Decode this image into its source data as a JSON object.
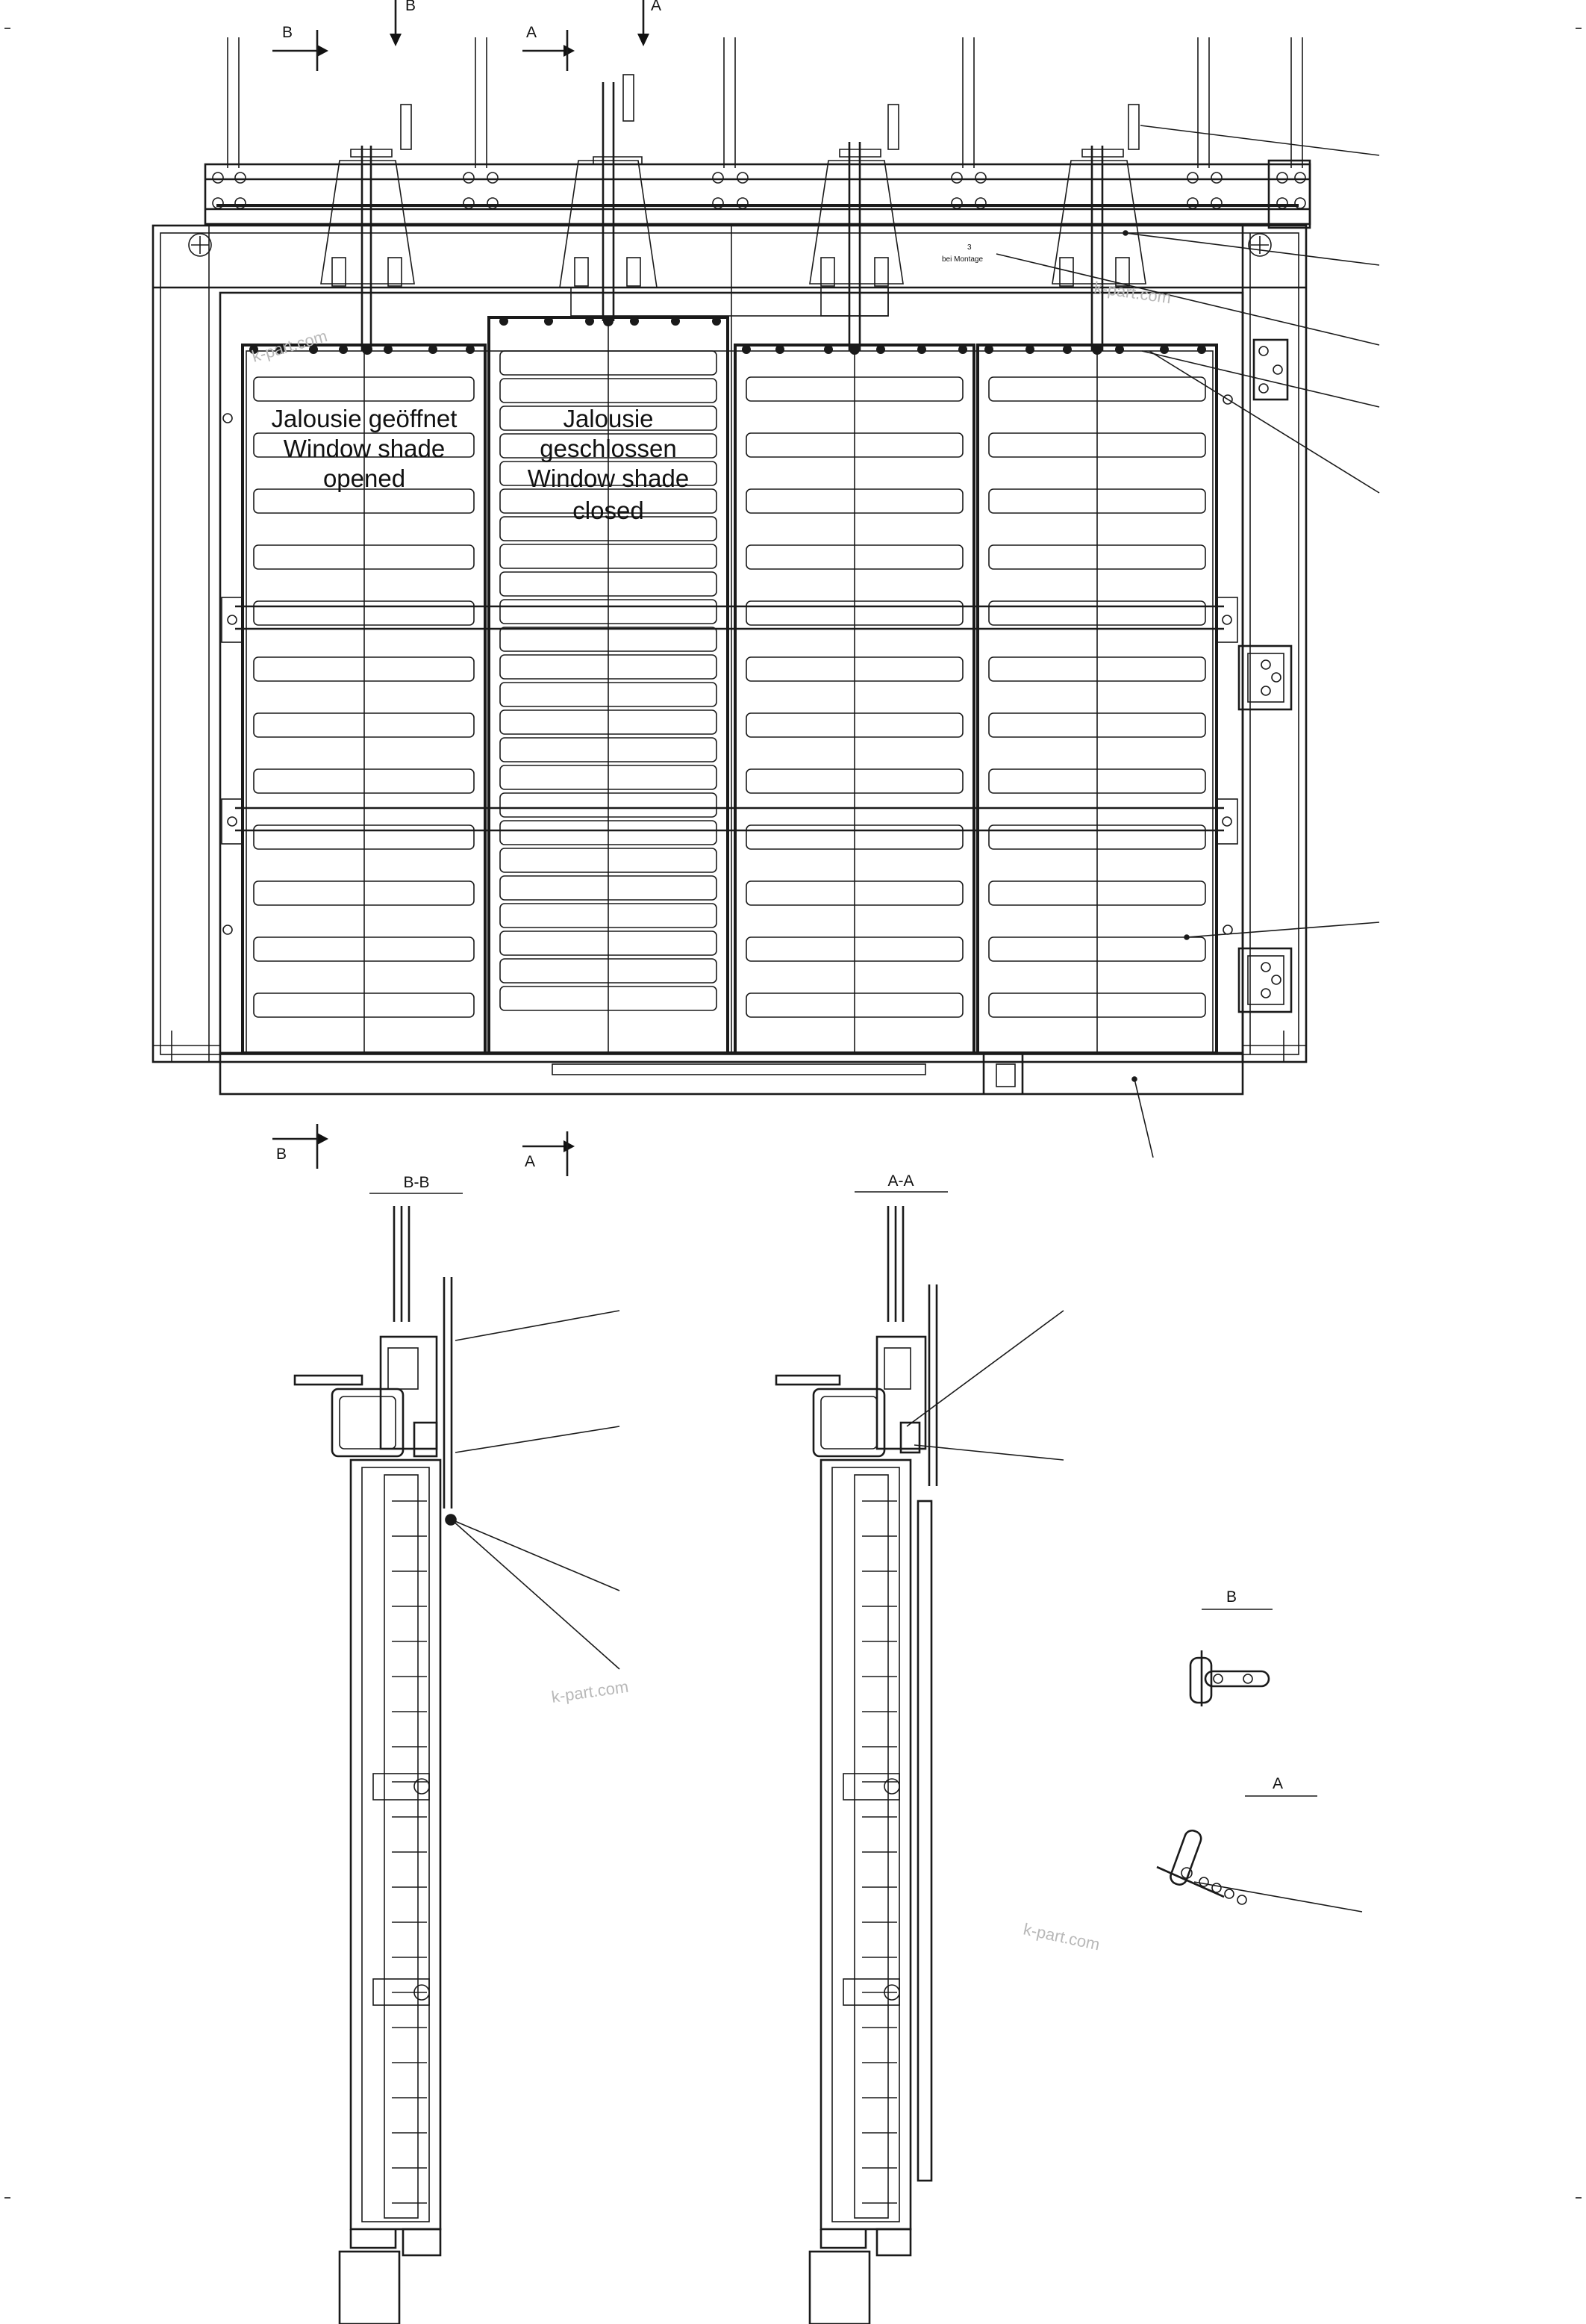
{
  "labels": {
    "shade_opened_de": "Jalousie geöffnet",
    "shade_opened_en1": "Window shade",
    "shade_opened_en2": "opened",
    "shade_closed_de1": "Jalousie",
    "shade_closed_de2": "geschlossen",
    "shade_closed_en1": "Window shade",
    "shade_closed_en2": "closed"
  },
  "sections": {
    "b_marker": "B",
    "a_marker": "A",
    "b_title": "B-B",
    "a_title": "A-A",
    "detail_b": "B",
    "detail_a": "A"
  },
  "watermark": "k-part.com",
  "note": {
    "num": "3",
    "text": "bei Montage"
  }
}
